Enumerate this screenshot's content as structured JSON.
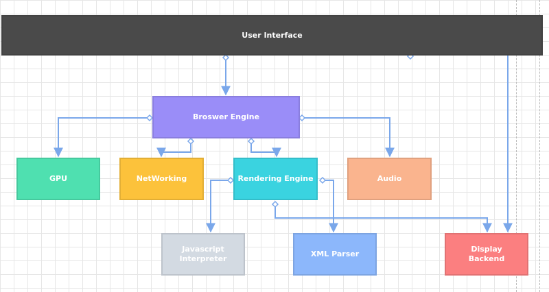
{
  "nodes": {
    "user_interface": {
      "label": "User Interface",
      "color": "#4a4a4a"
    },
    "browser_engine": {
      "label": "Broswer Engine",
      "color": "#9a8df8"
    },
    "gpu": {
      "label": "GPU",
      "color": "#4fe0b0"
    },
    "networking": {
      "label": "NetWorking",
      "color": "#fcc23b"
    },
    "rendering_engine": {
      "label": "Rendering Engine",
      "color": "#3ad3e0"
    },
    "audio": {
      "label": "Audio",
      "color": "#fab48e"
    },
    "javascript_interpreter": {
      "label": "Javascript\nInterpreter",
      "color": "#d3dae2"
    },
    "xml_parser": {
      "label": "XML Parser",
      "color": "#8cb7fb"
    },
    "display_backend": {
      "label": "Display\nBackend",
      "color": "#fb7f80"
    }
  },
  "connector_color": "#7aa7ea"
}
